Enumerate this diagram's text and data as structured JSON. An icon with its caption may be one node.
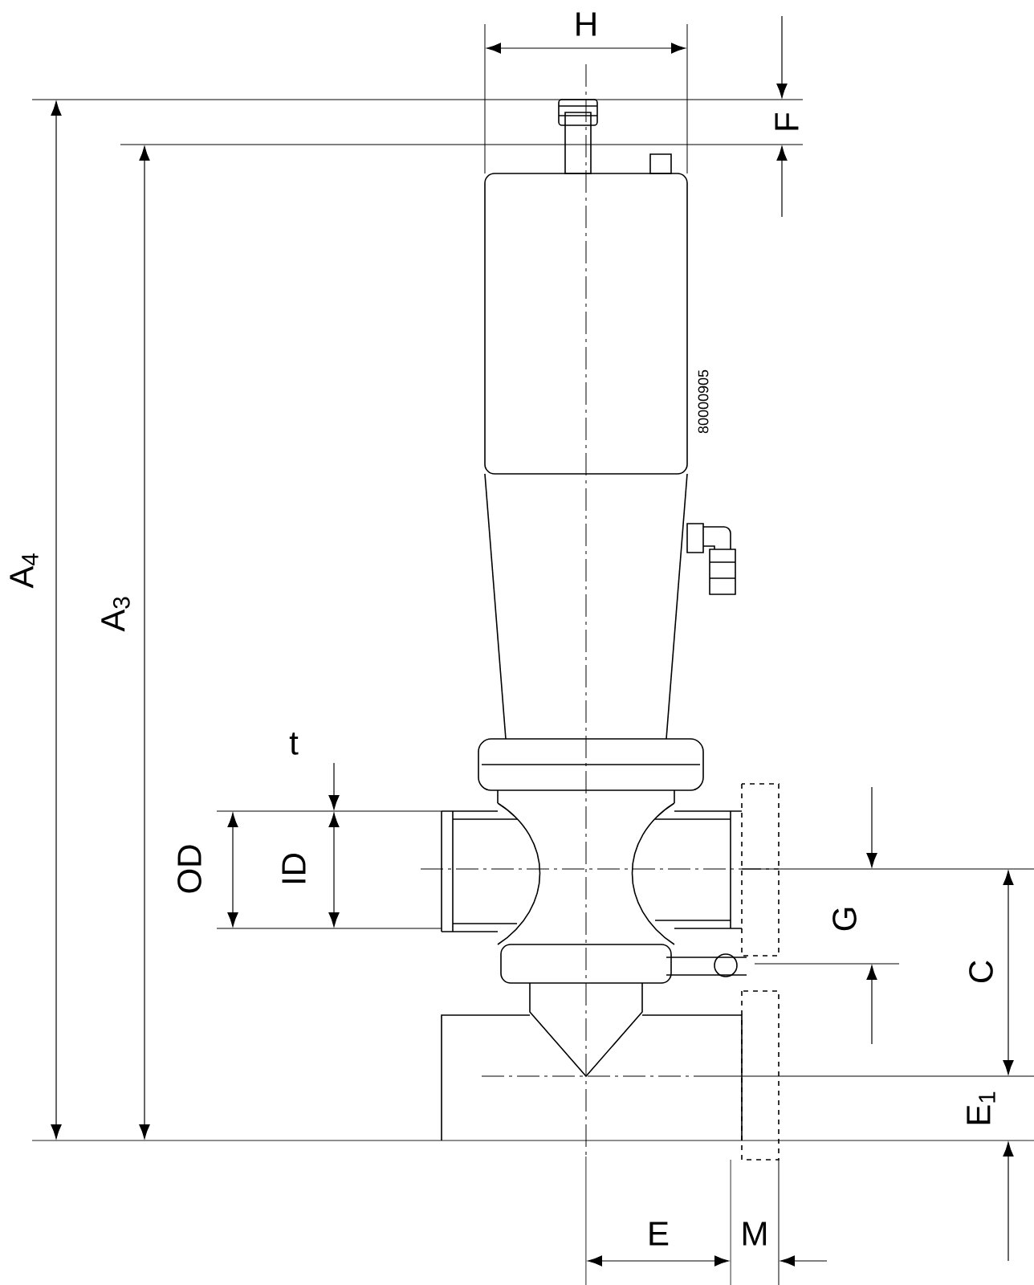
{
  "diagram": {
    "labels": [
      "H",
      "F",
      "A$_{4}$",
      "A$_{3}$",
      "80000905",
      "t",
      "OD",
      "ID",
      "G",
      "C",
      "E$_{1}$",
      "E",
      "M"
    ]
  }
}
